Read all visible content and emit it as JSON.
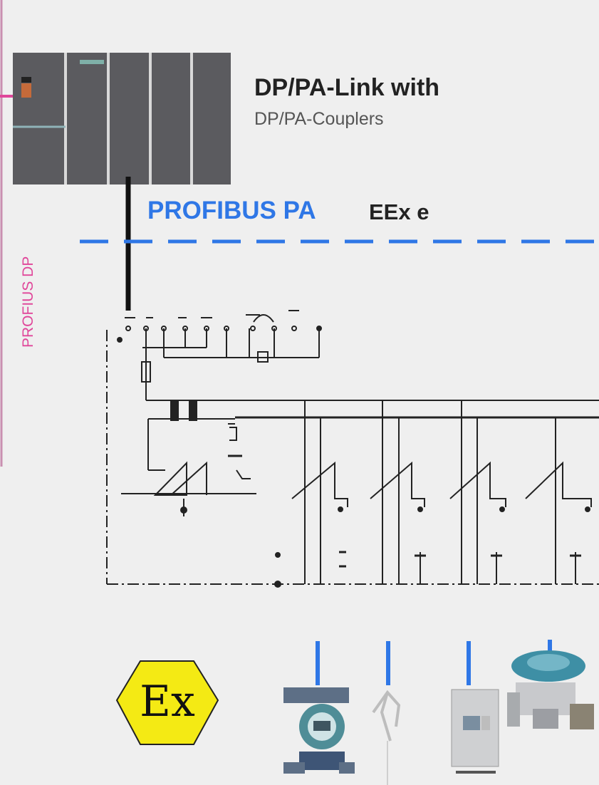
{
  "link": {
    "title": "DP/PA-Link with",
    "subtitle": "DP/PA-Couplers"
  },
  "bus": {
    "pa_label": "PROFIBUS PA",
    "protection_label": "EEx e",
    "dp_label": "PROFIUS DP"
  },
  "ex_symbol": {
    "label": "Ex"
  },
  "colors": {
    "pa_blue": "#2f77e6",
    "dp_pink": "#e0479a",
    "module_gray": "#5b5b5f",
    "ex_yellow": "#f4ea14"
  }
}
